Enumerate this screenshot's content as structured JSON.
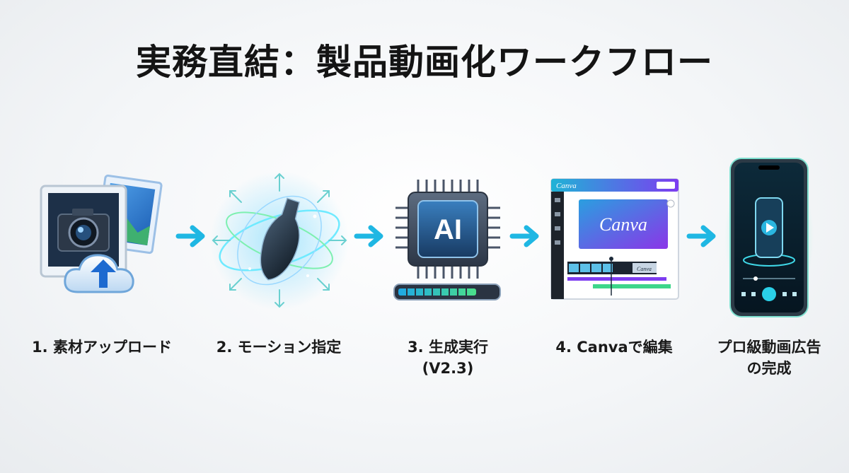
{
  "title": "実務直結：製品動画化ワークフロー",
  "steps": [
    {
      "icon": "photo-upload-icon",
      "label": "1. 素材アップロード"
    },
    {
      "icon": "motion-orbit-icon",
      "label": "2. モーション指定"
    },
    {
      "icon": "ai-chip-icon",
      "label_line1": "3. 生成実行",
      "label_line2": "(V2.3)",
      "chip_text": "AI"
    },
    {
      "icon": "canva-editor-icon",
      "label": "4. Canvaで編集",
      "brand_small": "Canva",
      "brand_big": "Canva",
      "clip_text": "Canva"
    },
    {
      "icon": "phone-video-icon",
      "label_line1": "プロ級動画広告",
      "label_line2": "の完成"
    }
  ],
  "colors": {
    "accent": "#19b8e0",
    "green": "#3ee0a0",
    "canva_purple": "#7d3cf0",
    "canva_blue": "#2a9fe0"
  }
}
